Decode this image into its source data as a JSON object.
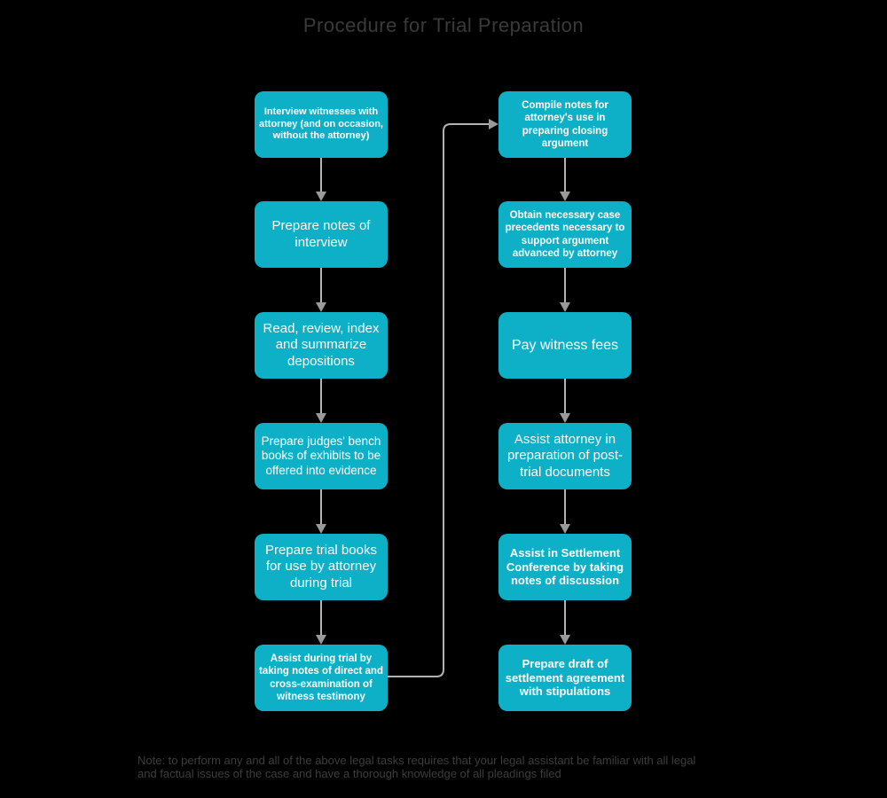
{
  "title": "Procedure for Trial Preparation",
  "colors": {
    "background": "#000000",
    "node_fill": "#0db0c6",
    "node_text": "#ffffff",
    "connector_line": "#b3b3b3",
    "connector_head": "#9a9a9a",
    "title_text": "#3a3a3a",
    "note_text": "#3d3d3d"
  },
  "columns": {
    "left": [
      {
        "label": "Interview witnesses with attorney (and on occasion, without the attorney)"
      },
      {
        "label": "Prepare notes of interview"
      },
      {
        "label": "Read, review, index and summarize depositions"
      },
      {
        "label": "Prepare judges' bench books of exhibits to be offered into evidence"
      },
      {
        "label": "Prepare trial books for use by attorney during trial"
      },
      {
        "label": "Assist during trial by taking notes of direct and cross-examination of witness testimony"
      }
    ],
    "right": [
      {
        "label": "Compile notes for attorney's use in preparing closing argument"
      },
      {
        "label": "Obtain necessary case precedents necessary to support argument advanced by attorney"
      },
      {
        "label": "Pay witness fees"
      },
      {
        "label": "Assist attorney in preparation of post-trial documents"
      },
      {
        "label": "Assist in Settlement Conference by taking notes of discussion"
      },
      {
        "label": "Prepare draft of settlement agreement with stipulations"
      }
    ]
  },
  "note": {
    "line1": "Note: to perform any and all of the above legal tasks requires that your legal assistant be familiar with all legal",
    "line2": "and factual issues of the case and have a thorough knowledge of all pleadings filed"
  }
}
